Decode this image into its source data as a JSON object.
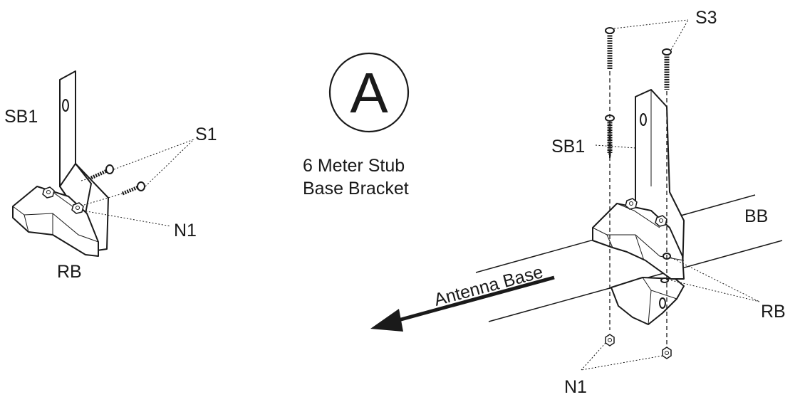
{
  "labels": {
    "left_sb1": "SB1",
    "left_s1": "S1",
    "left_n1": "N1",
    "left_rb": "RB",
    "circle_letter": "A",
    "title_line1": "6 Meter Stub",
    "title_line2": "Base Bracket",
    "right_s3": "S3",
    "right_sb1": "SB1",
    "right_bb": "BB",
    "right_rb": "RB",
    "right_n1": "N1",
    "antenna_base": "Antenna Base"
  }
}
